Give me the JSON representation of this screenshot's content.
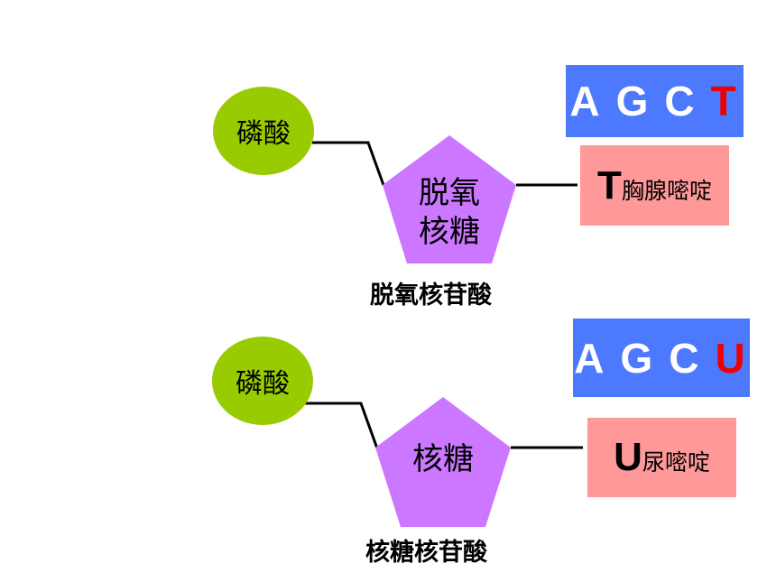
{
  "colors": {
    "phosphate": "#99cc00",
    "sugar": "#cc77ff",
    "bases_box": "#4d79ff",
    "base_box": "#ff9999",
    "base_text": "#ffffff",
    "highlight": "#ee0000",
    "line": "#000000"
  },
  "dna": {
    "phosphate_label": "磷酸",
    "sugar_label_line1": "脱氧",
    "sugar_label_line2": "核糖",
    "caption": "脱氧核苷酸",
    "bases": [
      "A",
      "G",
      "C",
      "T"
    ],
    "special_base_letter": "T",
    "special_base_name": "胸腺嘧啶"
  },
  "rna": {
    "phosphate_label": "磷酸",
    "sugar_label": "核糖",
    "caption": "核糖核苷酸",
    "bases": [
      "A",
      "G",
      "C",
      "U"
    ],
    "special_base_letter": "U",
    "special_base_name": "尿嘧啶"
  }
}
